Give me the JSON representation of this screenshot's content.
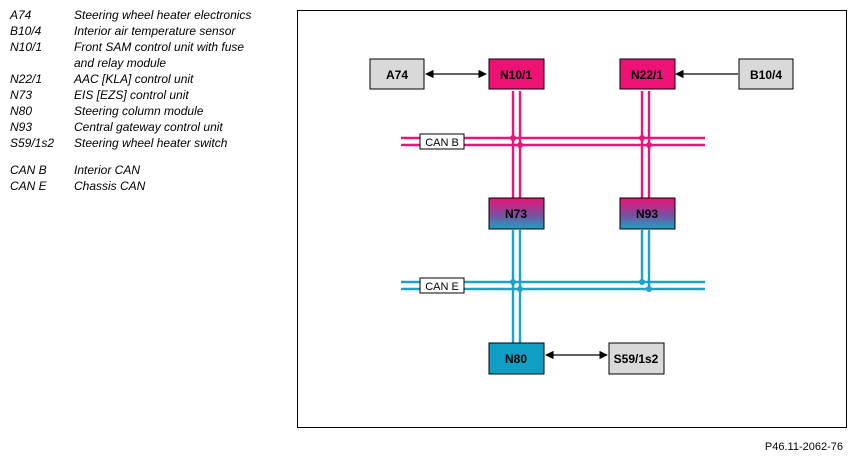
{
  "legend": {
    "items": [
      {
        "code": "A74",
        "desc": "Steering wheel heater electronics"
      },
      {
        "code": "B10/4",
        "desc": "Interior air temperature sensor"
      },
      {
        "code": "N10/1",
        "desc": "Front SAM control unit with fuse and relay module"
      },
      {
        "code": "N22/1",
        "desc": "AAC [KLA] control unit"
      },
      {
        "code": "N73",
        "desc": "EIS [EZS] control unit"
      },
      {
        "code": "N80",
        "desc": "Steering column module"
      },
      {
        "code": "N93",
        "desc": "Central gateway control unit"
      },
      {
        "code": "S59/1s2",
        "desc": "Steering wheel heater switch"
      }
    ],
    "bus_items": [
      {
        "code": "CAN B",
        "desc": "Interior CAN"
      },
      {
        "code": "CAN E",
        "desc": "Chassis CAN"
      }
    ]
  },
  "diagram": {
    "boxes": {
      "a74": "A74",
      "n10_1": "N10/1",
      "n22_1": "N22/1",
      "b10_4": "B10/4",
      "n73": "N73",
      "n93": "N93",
      "n80": "N80",
      "s59_1s2": "S59/1s2"
    },
    "buses": {
      "can_b": "CAN B",
      "can_e": "CAN E"
    }
  },
  "colors": {
    "can_b": "#e8157a",
    "can_e": "#1aa3c4",
    "gray_box": "#d9d9d9",
    "magenta_box": "#ee1277",
    "cyan_box": "#0f9fc4"
  },
  "figure_ref": "P46.11-2062-76"
}
